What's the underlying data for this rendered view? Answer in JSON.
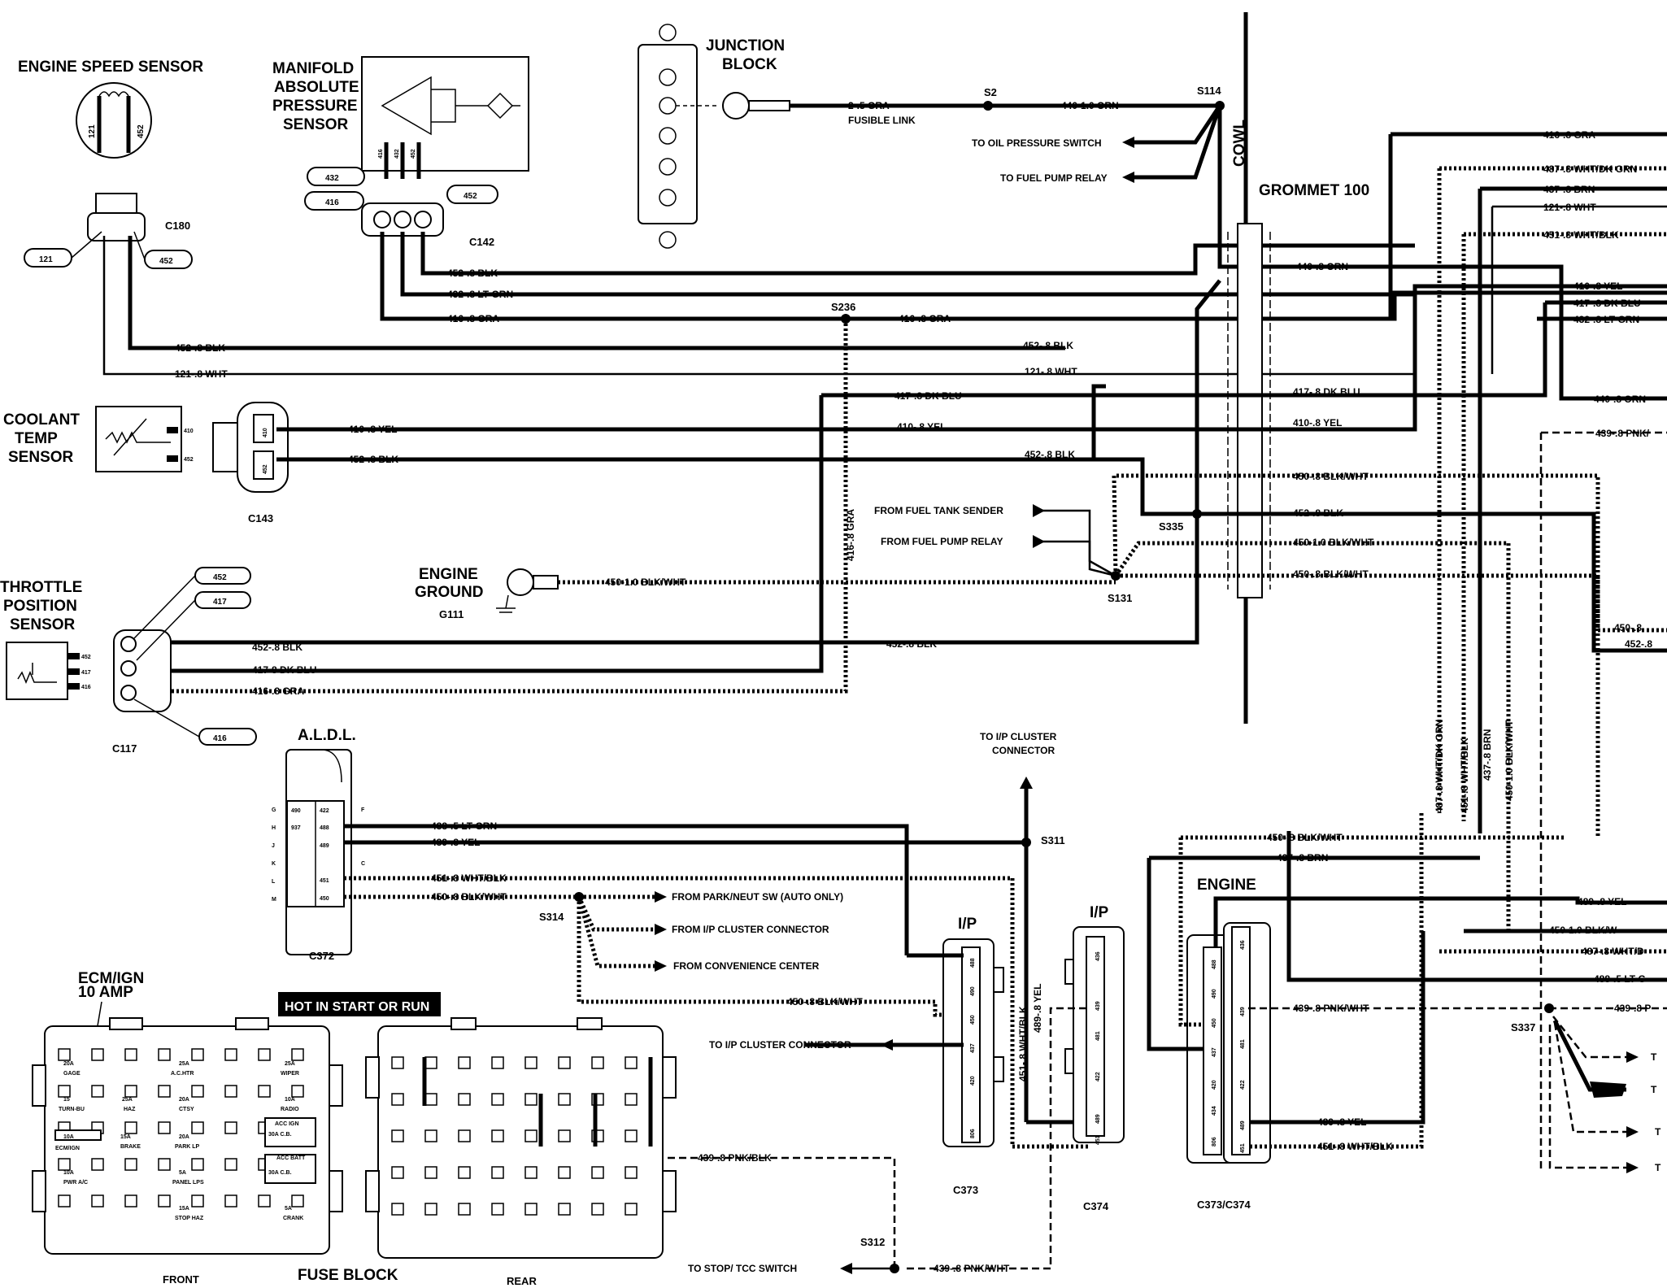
{
  "components": {
    "engine_speed_sensor": "ENGINE SPEED SENSOR",
    "map_sensor": [
      "MANIFOLD",
      "ABSOLUTE",
      "PRESSURE",
      "SENSOR"
    ],
    "junction_block": [
      "JUNCTION",
      "BLOCK"
    ],
    "coolant_sensor": [
      "COOLANT",
      "TEMP",
      "SENSOR"
    ],
    "throttle_sensor": [
      "THROTTLE",
      "POSITION",
      "SENSOR"
    ],
    "engine_ground": [
      "ENGINE",
      "GROUND"
    ],
    "aldl": "A.L.D.L.",
    "grommet": "GROMMET 100",
    "cowl": "COWL",
    "engine": "ENGINE",
    "ip_a": "I/P",
    "ip_b": "I/P",
    "fuse_block": "FUSE BLOCK",
    "front": "FRONT",
    "rear": "REAR",
    "hot_label": "HOT IN START OR RUN",
    "ecm_ign": [
      "ECM/IGN",
      "10 AMP"
    ]
  },
  "connectors": {
    "c180": "C180",
    "c142": "C142",
    "c143": "C143",
    "c117": "C117",
    "c372": "C372",
    "c373": "C373",
    "c374": "C374",
    "c373_374": "C373/C374"
  },
  "pins": {
    "p121": "121",
    "p452": "452",
    "p432": "432",
    "p416": "416",
    "p410": "410",
    "p417": "417",
    "map_pins": [
      "416",
      "432",
      "452"
    ],
    "tps_pins": [
      "452",
      "417",
      "416"
    ],
    "ct_pins": [
      "410",
      "452"
    ],
    "aldl_letters": [
      "G",
      "H",
      "J",
      "K",
      "L",
      "M",
      "F",
      "C"
    ],
    "aldl_cells": [
      "490",
      "422",
      "937",
      "488",
      "489",
      "451",
      "450"
    ],
    "c373_pins": [
      "488",
      "490",
      "450",
      "437",
      "420",
      "806"
    ],
    "c374_pins": [
      "436",
      "439",
      "481",
      "422",
      "489",
      "451"
    ],
    "eng_a_pins": [
      "488",
      "490",
      "450",
      "437",
      "420",
      "434",
      "806"
    ],
    "eng_b_pins": [
      "436",
      "439",
      "481",
      "422",
      "489",
      "451"
    ]
  },
  "splices": {
    "s2": "S2",
    "s114": "S114",
    "s236": "S236",
    "s335": "S335",
    "s131": "S131",
    "s311": "S311",
    "s314": "S314",
    "s312": "S312",
    "s337": "S337",
    "g111": "G111"
  },
  "wires": {
    "w_fusible": "2-.5 GRA",
    "w_fusible2": "FUSIBLE LINK",
    "w_440_1": "440-1.0 ORN",
    "w_oil": "TO OIL PRESSURE SWITCH",
    "w_fuelrelay": "TO FUEL PUMP RELAY",
    "w_416gra_r": "416-.8 GRA",
    "w_487": "487-.8 WHT/DK GRN",
    "w_437": "437-.8 BRN",
    "w_121r": "121-.8 WHT",
    "w_451r": "451-.8 WHT/BLK",
    "w_440orn": "440-.8 ORN",
    "w_410r": "410-.8 YEL",
    "w_417r": "417-.8 DK BLU",
    "w_432r": "432-.8 LT GRN",
    "w_440r2": "440-.8 ORN",
    "w_439r": "439-.8 PNK/",
    "w_452blk": "452-.8 BLK",
    "w_432": "432-.8 LT GRN",
    "w_416gra": "416-.8 GRA",
    "w_452_2": "452-.8 BLK",
    "w_121": "121-.8 WHT",
    "w_417": "417-.8 DK BLU",
    "w_410": "410-.8 YEL",
    "w_450": "450-.8 BLK/WHT",
    "w_fromtank": "FROM FUEL TANK SENDER",
    "w_frompump": "FROM FUEL PUMP RELAY",
    "w_450_1": "450-1.0 BLK/WHT",
    "w_416gra_v": "416-.8 GRA",
    "w_4178": "417-8 DK BLU",
    "w_450r": "450-.8",
    "w_452r": "452-.8",
    "w_488": "488-.5 LT GRN",
    "w_489": "489-.8 YEL",
    "w_451": "451-.8 WHT/BLK",
    "w_450bw": "450-.8 BLK/WHT",
    "w_parkneut": "FROM PARK/NEUT SW (AUTO ONLY)",
    "w_fromip": "FROM I/P CLUSTER CONNECTOR",
    "w_fromconv": "FROM CONVENIENCE CENTER",
    "w_toip": "TO I/P CLUSTER CONNECTOR",
    "w_toip_up": [
      "TO I/P CLUSTER",
      "CONNECTOR"
    ],
    "w_439": "439-.8 PNK/BLK",
    "w_439w": "439-.8 PNK/WHT",
    "w_tostop": "TO STOP/ TCC SWITCH",
    "w_451v": "451-.8 WHT/BLK",
    "w_489v": "489-.8 YEL",
    "w_487v": "487-.8 WHT/DK GRN",
    "w_451v2": "451-.8 WHT/BLK",
    "w_437v": "437-.8 BRN",
    "w_450v": "450-1.0 BLK/WHT",
    "w_450_10": "450-1.0 BLK/W",
    "w_487r": "487-.8 WHT/D",
    "w_488r": "488-.5 LT G",
    "w_439p": "439-.8 P",
    "w_t": "T"
  },
  "fuses": {
    "front": [
      [
        "20A",
        "25A",
        "25A"
      ],
      [
        "15",
        "25A",
        "20A",
        "10A"
      ],
      [
        "10A",
        "15A",
        "20A",
        "30A C.B."
      ],
      [
        "10A",
        "5A",
        "30A C.B."
      ],
      [
        "15A",
        "5A"
      ]
    ],
    "front_sub": [
      [
        "GAGE",
        "A.C.HTR",
        "WIPER"
      ],
      [
        "TURN-BU",
        "HAZ",
        "CTSY",
        "RADIO"
      ],
      [
        "ECM/IGN",
        "BRAKE",
        "PARK LP",
        "ACC IGN"
      ],
      [
        "PWR A/C",
        "PANEL LPS",
        "ACC BATT"
      ],
      [
        "STOP HAZ",
        "CRANK"
      ]
    ]
  }
}
